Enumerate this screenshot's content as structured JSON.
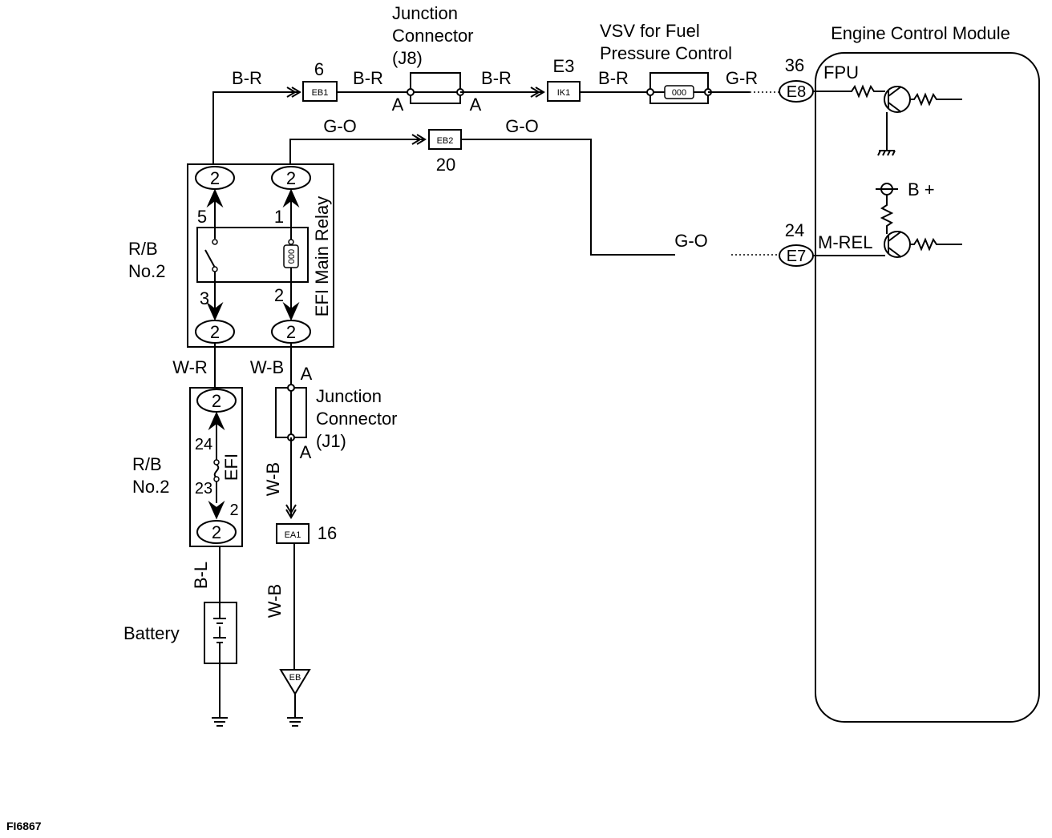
{
  "diagram": {
    "top": {
      "jc_j8": [
        "Junction",
        "Connector",
        "(J8)"
      ],
      "vsv": [
        "VSV for Fuel",
        "Pressure Control"
      ],
      "ecm_title": "Engine Control Module",
      "wire_br": "B-R",
      "wire_gr": "G-R",
      "wire_go": "G-O",
      "eb1_num": "6",
      "eb1": "EB1",
      "e3_num": "E3",
      "ik1": "IK1",
      "pin_a": "A",
      "eb2": "EB2",
      "eb2_num": "20",
      "resistor": "000"
    },
    "ecm": {
      "e8_num": "36",
      "e8": "E8",
      "fpu": "FPU",
      "e7_num": "24",
      "e7": "E7",
      "mrel": "M-REL",
      "bplus": "B +"
    },
    "relay": {
      "rb_line1": "R/B",
      "rb_line2": "No.2",
      "name": "EFI Main Relay",
      "pin2": "2",
      "p5": "5",
      "p1": "1",
      "p3": "3",
      "p2": "2",
      "coil": "000"
    },
    "lower": {
      "wire_wr": "W-R",
      "wire_wb": "W-B",
      "pin_a": "A",
      "jc_j1": [
        "Junction",
        "Connector",
        "(J1)"
      ],
      "rb_line1": "R/B",
      "rb_line2": "No.2",
      "efi": "EFI",
      "p24": "24",
      "p23": "23",
      "p2": "2",
      "pin2": "2",
      "ea1": "EA1",
      "ea1_num": "16",
      "wire_bl": "B-L",
      "battery": "Battery",
      "eb": "EB"
    },
    "figure_id": "FI6867"
  }
}
